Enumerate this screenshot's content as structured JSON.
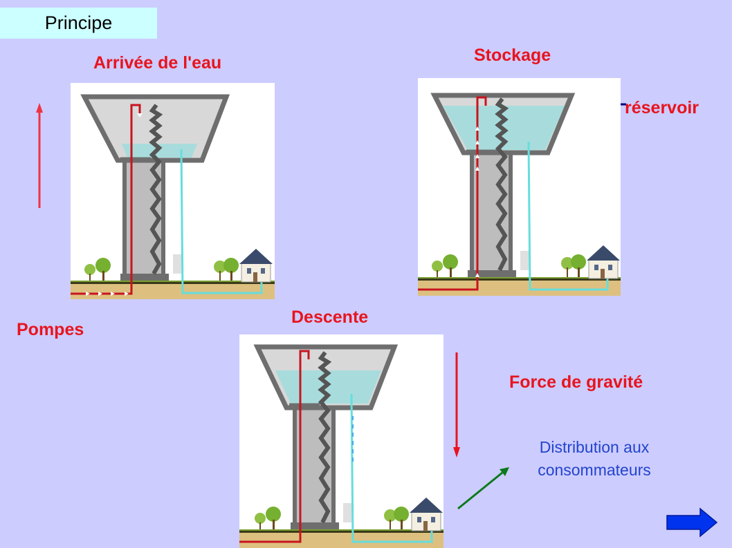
{
  "title": "Principe",
  "labels": {
    "arrivee": "Arrivée de l'eau",
    "stockage": "Stockage",
    "reservoir": "réservoir",
    "pompes": "Pompes",
    "descente": "Descente",
    "gravite": "Force de gravité",
    "distribution_line1": "Distribution aux",
    "distribution_line2": "consommateurs"
  },
  "colors": {
    "background": "#ccccff",
    "title_bg": "#ccffff",
    "label_red": "#e8141e",
    "label_blue": "#2244cc",
    "arrow_red": "#ee3344",
    "arrow_navy": "#000080",
    "arrow_green": "#0a7a1a",
    "next_arrow": "#0033ee",
    "water": "#a8dcdc",
    "pipe_red": "#c8141e",
    "pipe_cyan": "#66dddd"
  },
  "panels": [
    {
      "name": "arrivee",
      "water_level": 0.28
    },
    {
      "name": "stockage",
      "water_level": 0.85
    },
    {
      "name": "descente",
      "water_level": 0.6
    }
  ],
  "icons": [
    "next-slide-arrow-icon"
  ]
}
